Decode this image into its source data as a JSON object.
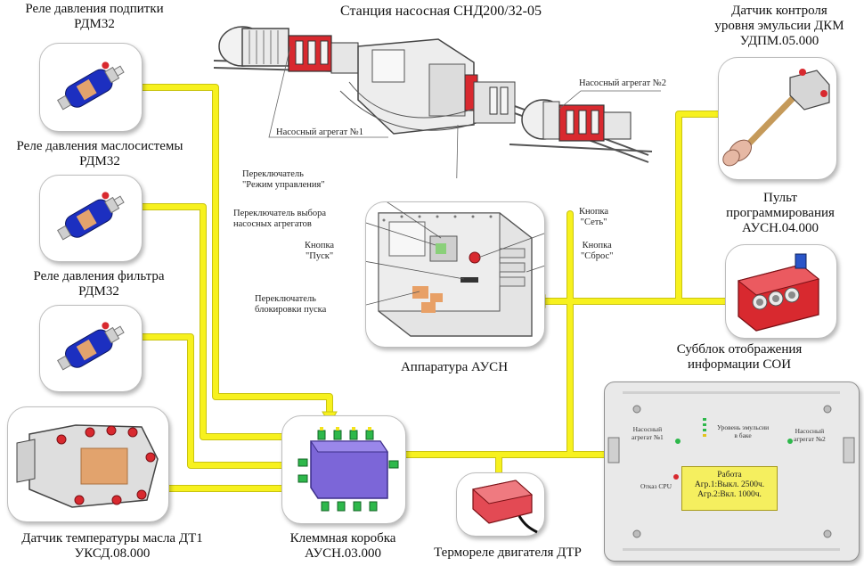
{
  "title": "Станция насосная СНД200/32-05",
  "labels": {
    "relay_feed": "Реле давления подпитки\nРДМ32",
    "relay_oil": "Реле давления маслосистемы\nРДМ32",
    "relay_filter": "Реле давления фильтра\nРДМ32",
    "temp_sensor": "Датчик температуры масла ДТ1\nУКСД.08.000",
    "junction_box": "Клеммная коробка\nАУСН.03.000",
    "thermo_relay": "Термореле двигателя ДТР",
    "level_sensor": "Датчик контроля\nуровня эмульсии ДКМ\nУДПМ.05.000",
    "console": "Пульт\nпрограммирования\nАУСН.04.000",
    "soi": "Субблок отображения\nинформации СОИ",
    "apparatus": "Аппаратура АУСН",
    "pump1": "Насосный агрегат №1",
    "pump2": "Насосный агрегат №2"
  },
  "callouts": {
    "mode_switch": "Переключатель\n\"Режим управления\"",
    "pump_select": "Переключатель выбора\nнасосных агрегатов",
    "start_button": "Кнопка\n\"Пуск\"",
    "start_lock": "Переключатель\nблокировки пуска",
    "net_button": "Кнопка\n\"Сеть\"",
    "reset_button": "Кнопка\n\"Сброс\""
  },
  "soi_panel": {
    "pump1": "Насосный\nагрегат №1",
    "pump2": "Насосный\nагрегат №2",
    "level": "Уровень эмульсии\nв баке",
    "cpu_fail": "Отказ CPU",
    "screen": [
      "Работа",
      "Агр.1:Выкл. 2500ч.",
      "Агр.2:Вкл.  1000ч."
    ]
  },
  "colors": {
    "wire": "#f7f11e",
    "wire_edge": "#c9c411",
    "relay_body": "#1c2fc0",
    "red_part": "#d8292f",
    "box": "#7c66d8"
  }
}
